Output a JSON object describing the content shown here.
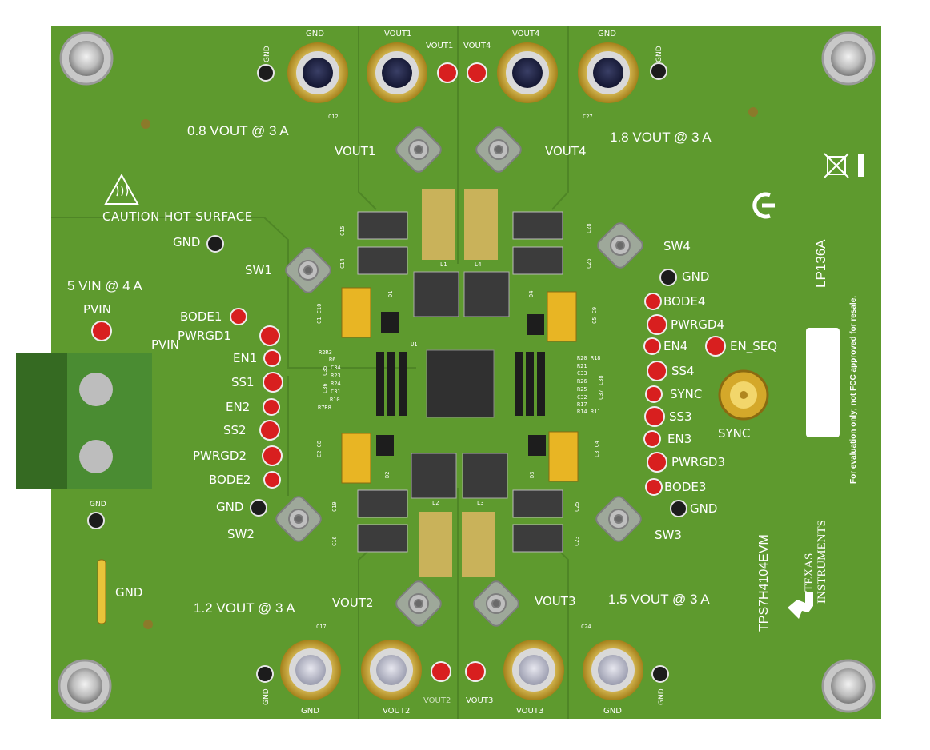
{
  "board": {
    "name": "TPS7H4104EVM",
    "revision": "LP136A",
    "brand": "TEXAS INSTRUMENTS",
    "brand_line1": "TEXAS",
    "brand_line2": "INSTRUMENTS",
    "disclaimer": "For evaluation only; not FCC approved for resale.",
    "caution": "CAUTION HOT SURFACE",
    "ce_mark": "CE",
    "colors": {
      "pcb": "#5e9a2e",
      "pcb_dark": "#4a7f22",
      "silkscreen": "#ffffff",
      "red_pin": "#d81f1f",
      "black_pin": "#1c1c1c",
      "gold": "#c8a022",
      "terminal": "#3f7a2a"
    }
  },
  "rail_labels": {
    "vout1": "0.8 VOUT @ 3 A",
    "vout4": "1.8 VOUT @ 3 A",
    "vout2": "1.2 VOUT @ 3 A",
    "vout3": "1.5 VOUT @ 3 A",
    "vin": "5 VIN @ 4 A"
  },
  "connectors": {
    "top": [
      "GND",
      "VOUT1",
      "VOUT4",
      "GND"
    ],
    "bottom": [
      "GND",
      "VOUT2",
      "VOUT3",
      "GND"
    ],
    "top_small": [
      "VOUT1",
      "VOUT4"
    ],
    "bottom_small": [
      "VOUT2",
      "VOUT3"
    ]
  },
  "test_points": {
    "left": [
      "BODE1",
      "PWRGD1",
      "EN1",
      "SS1",
      "EN2",
      "SS2",
      "PWRGD2",
      "BODE2"
    ],
    "right": [
      "BODE4",
      "PWRGD4",
      "EN4",
      "SS4",
      "SYNC",
      "SS3",
      "EN3",
      "PWRGD3",
      "BODE3"
    ],
    "en_seq": "EN_SEQ",
    "pvin": "PVIN",
    "pvin2": "PVIN",
    "sync_sma": "SYNC"
  },
  "gnd_labels": {
    "gnd": "GND"
  },
  "switch_nodes": [
    "SW1",
    "SW2",
    "SW3",
    "SW4"
  ],
  "vout_probe_labels": [
    "VOUT1",
    "VOUT4",
    "VOUT2",
    "VOUT3"
  ],
  "refdes": {
    "caps_top": [
      "C12",
      "C27"
    ],
    "caps_bottom": [
      "C17",
      "C24"
    ],
    "caps_left": [
      "C15",
      "C14",
      "C19",
      "C16"
    ],
    "caps_right": [
      "C28",
      "C26",
      "C25",
      "C23"
    ],
    "inductors": [
      "L1",
      "L4",
      "L2",
      "L3"
    ],
    "diodes": [
      "D1",
      "D4",
      "D2",
      "D3"
    ],
    "ic": "U1",
    "bulk": [
      "C1 C10",
      "C5 C9",
      "C2 C8",
      "C3 C4"
    ],
    "resistors_left": [
      "R2R3",
      "R6",
      "C34",
      "R23",
      "R24",
      "C31",
      "R10",
      "R7R8",
      "C36",
      "C35"
    ],
    "resistors_right": [
      "R20 R18",
      "R21",
      "C33",
      "R26",
      "R25",
      "C32",
      "R17",
      "R14 R11",
      "C38",
      "C37"
    ]
  }
}
